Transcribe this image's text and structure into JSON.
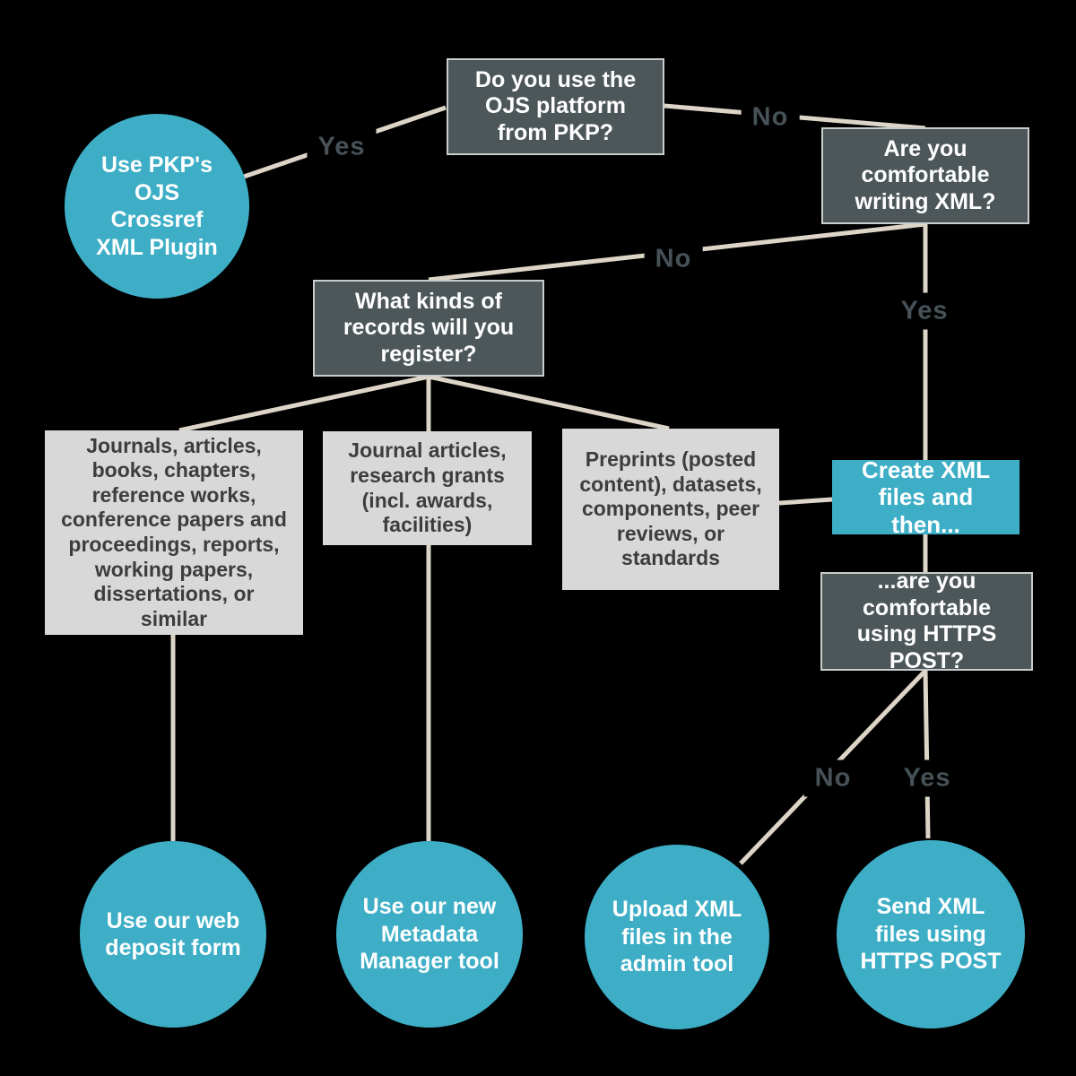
{
  "diagram": {
    "type": "decision-flowchart",
    "topic": "Choosing a Crossref content registration method"
  },
  "colors": {
    "background": "#000000",
    "question_box_fill": "#4d575a",
    "question_box_border": "#c9cdcb",
    "question_text": "#ffffff",
    "action_fill": "#3daec6",
    "action_text": "#ffffff",
    "record_box_fill": "#d8d8d8",
    "record_box_text": "#3d3d3d",
    "connector_line": "#ddd5c7",
    "edge_label_text": "#465257"
  },
  "nodes": {
    "q_ojs": "Do you use the OJS platform from PKP?",
    "a_plugin": "Use PKP's OJS Crossref XML Plugin",
    "q_xml": "Are you comfortable writing XML?",
    "q_records": "What kinds of records will you register?",
    "b_journals": "Journals, articles, books, chapters, reference works, conference papers and proceedings, reports, working papers,  dissertations, or similar",
    "b_grants": "Journal articles, research grants (incl. awards, facilities)",
    "b_preprints": "Preprints (posted content), datasets, components, peer reviews, or standards",
    "q_create_xml": "Create XML files and then...",
    "q_https": "...are you comfortable using HTTPS POST?",
    "a_web_form": "Use our web deposit form",
    "a_metadata_manager": "Use our new Metadata Manager tool",
    "a_admin_tool": "Upload XML files in the admin tool",
    "a_https_post": "Send XML files using HTTPS POST"
  },
  "edge_labels": {
    "ojs_yes": "Yes",
    "ojs_no": "No",
    "xml_no": "No",
    "xml_yes": "Yes",
    "https_no": "No",
    "https_yes": "Yes"
  }
}
